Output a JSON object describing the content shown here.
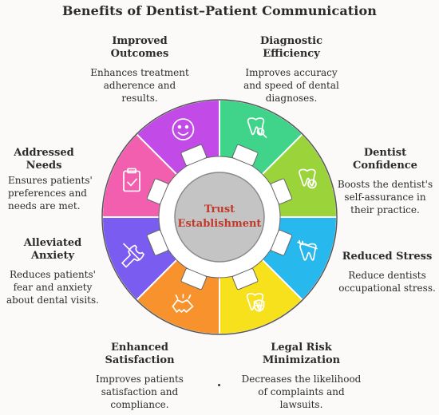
{
  "title": "Benefits of Dentist–Patient Communication",
  "center": {
    "line1": "Trust",
    "line2": "Establishment"
  },
  "benefits": [
    {
      "title_lines": [
        "Diagnostic",
        "Efficiency"
      ],
      "desc_lines": [
        "Improves accuracy",
        "and speed of dental",
        "diagnoses."
      ],
      "color": "#3fd48a",
      "icon": "dental-scan-icon"
    },
    {
      "title_lines": [
        "Dentist",
        "Confidence"
      ],
      "desc_lines": [
        "Boosts the dentist's",
        "self-assurance in",
        "their practice."
      ],
      "color": "#9bd43a",
      "icon": "tooth-check-icon"
    },
    {
      "title_lines": [
        "Reduced Stress"
      ],
      "desc_lines": [
        "Reduce dentists",
        "occupational stress."
      ],
      "color": "#27b8ee",
      "icon": "tooth-brush-icon"
    },
    {
      "title_lines": [
        "Legal Risk",
        "Minimization"
      ],
      "desc_lines": [
        "Decreases the likelihood",
        "of complaints and",
        "lawsuits."
      ],
      "color": "#f7e11c",
      "icon": "tooth-shield-icon"
    },
    {
      "title_lines": [
        "Enhanced",
        "Satisfaction"
      ],
      "desc_lines": [
        "Improves patients",
        "satisfaction and",
        "compliance."
      ],
      "color": "#f7922c",
      "icon": "handshake-icon"
    },
    {
      "title_lines": [
        "Alleviated",
        "Anxiety"
      ],
      "desc_lines": [
        "Reduces patients'",
        "fear and anxiety",
        "about dental visits."
      ],
      "color": "#7a5cf0",
      "icon": "dental-tools-icon"
    },
    {
      "title_lines": [
        "Addressed",
        "Needs"
      ],
      "desc_lines": [
        "Ensures patients'",
        "preferences and",
        "needs are met."
      ],
      "color": "#f25fae",
      "icon": "clipboard-check-icon"
    },
    {
      "title_lines": [
        "Improved",
        "Outcomes"
      ],
      "desc_lines": [
        "Enhances treatment",
        "adherence and",
        "results."
      ],
      "color": "#c24be8",
      "icon": "smiley-icon"
    }
  ],
  "colors": {
    "ring_outline": "#ffffff",
    "hub": "#c4c4c4",
    "hub_text": "#c0392b",
    "tab": "#ffffff"
  }
}
